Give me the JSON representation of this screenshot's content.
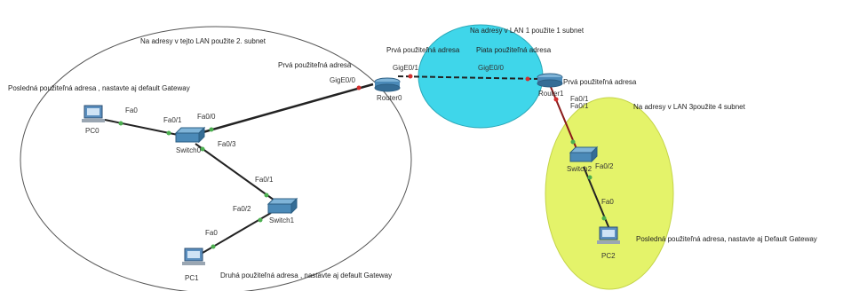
{
  "areas": {
    "lan2_note": "Na adresy v tejto LAN použite 2. subnet",
    "lan1_note": "Na adresy v LAN 1 použite 1 subnet",
    "lan3_note": "Na adresy v LAN 3použite 4 subnet",
    "colors": {
      "lan1_fill": "#3fd6ea",
      "lan3_fill": "#e4f36a",
      "lan2_stroke": "#555555"
    }
  },
  "labels": {
    "pc0_addr": "Posledná použiteľná adresa , nastavte aj default Gateway",
    "pc1_addr": "Druhá použiteľná adresa , nastavte aj default Gateway",
    "pc2_addr": "Posledná použiteľná adresa, nastavte aj Default Gateway",
    "router0_g00": "Prvá použiteľná adresa",
    "router0_g01": "Prvá použiteľná adresa",
    "router1_g00": "Piata použiteľná adresa",
    "router1_lan3": "Prvá použiteľná adresa"
  },
  "devices": {
    "pc0": "PC0",
    "pc1": "PC1",
    "pc2": "PC2",
    "switch0": "Switch0",
    "switch1": "Switch1",
    "switch2": "Switch2",
    "router0": "Router0",
    "router1": "Router1"
  },
  "ports": {
    "pc0_fa0": "Fa0",
    "sw0_fa01": "Fa0/1",
    "sw0_fa00": "Fa0/0",
    "sw0_fa03": "Fa0/3",
    "sw1_fa01": "Fa0/1",
    "sw1_fa02": "Fa0/2",
    "pc1_fa0": "Fa0",
    "r0_g00": "GigE0/0",
    "r0_g01": "GigE0/1",
    "r1_g00": "GigE0/0",
    "r1_lan3": "Fa0/1",
    "sw2_fa01": "Fa0/1",
    "sw2_fa02": "Fa0/2",
    "pc2_fa0": "Fa0"
  }
}
